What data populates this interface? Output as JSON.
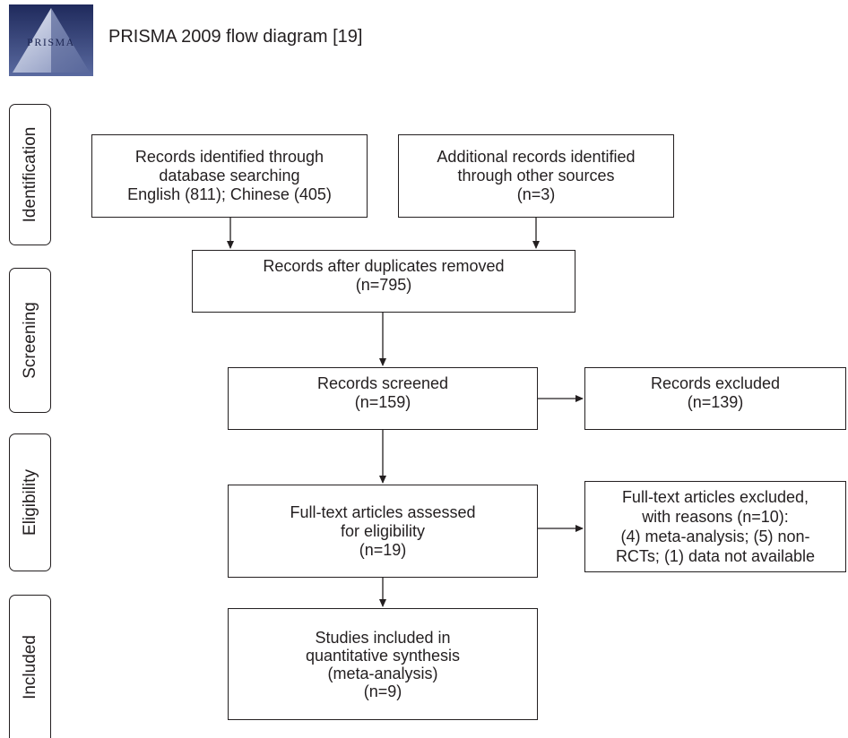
{
  "header": {
    "logo_text": "PRISMA",
    "title": "PRISMA 2009 flow diagram [19]"
  },
  "phases": {
    "identification": "Identification",
    "screening": "Screening",
    "eligibility": "Eligibility",
    "included": "Included"
  },
  "boxes": {
    "database_records": "Records identified through\ndatabase searching\nEnglish (811); Chinese (405)",
    "other_records": "Additional records identified\nthrough other sources\n(n=3)",
    "after_duplicates": "Records after duplicates removed\n(n=795)",
    "screened": "Records screened\n(n=159)",
    "excluded": "Records excluded\n(n=139)",
    "fulltext_assessed": "Full-text articles assessed\nfor eligibility\n(n=19)",
    "fulltext_excluded": "Full-text articles excluded,\nwith reasons (n=10):\n(4) meta-analysis; (5) non-\nRCTs; (1) data not available",
    "included": "Studies included in\nquantitative synthesis\n(meta-analysis)\n(n=9)"
  },
  "colors": {
    "line": "#231f20",
    "logo_dark": "#2f3a6e",
    "logo_light": "#9aa6c8"
  }
}
